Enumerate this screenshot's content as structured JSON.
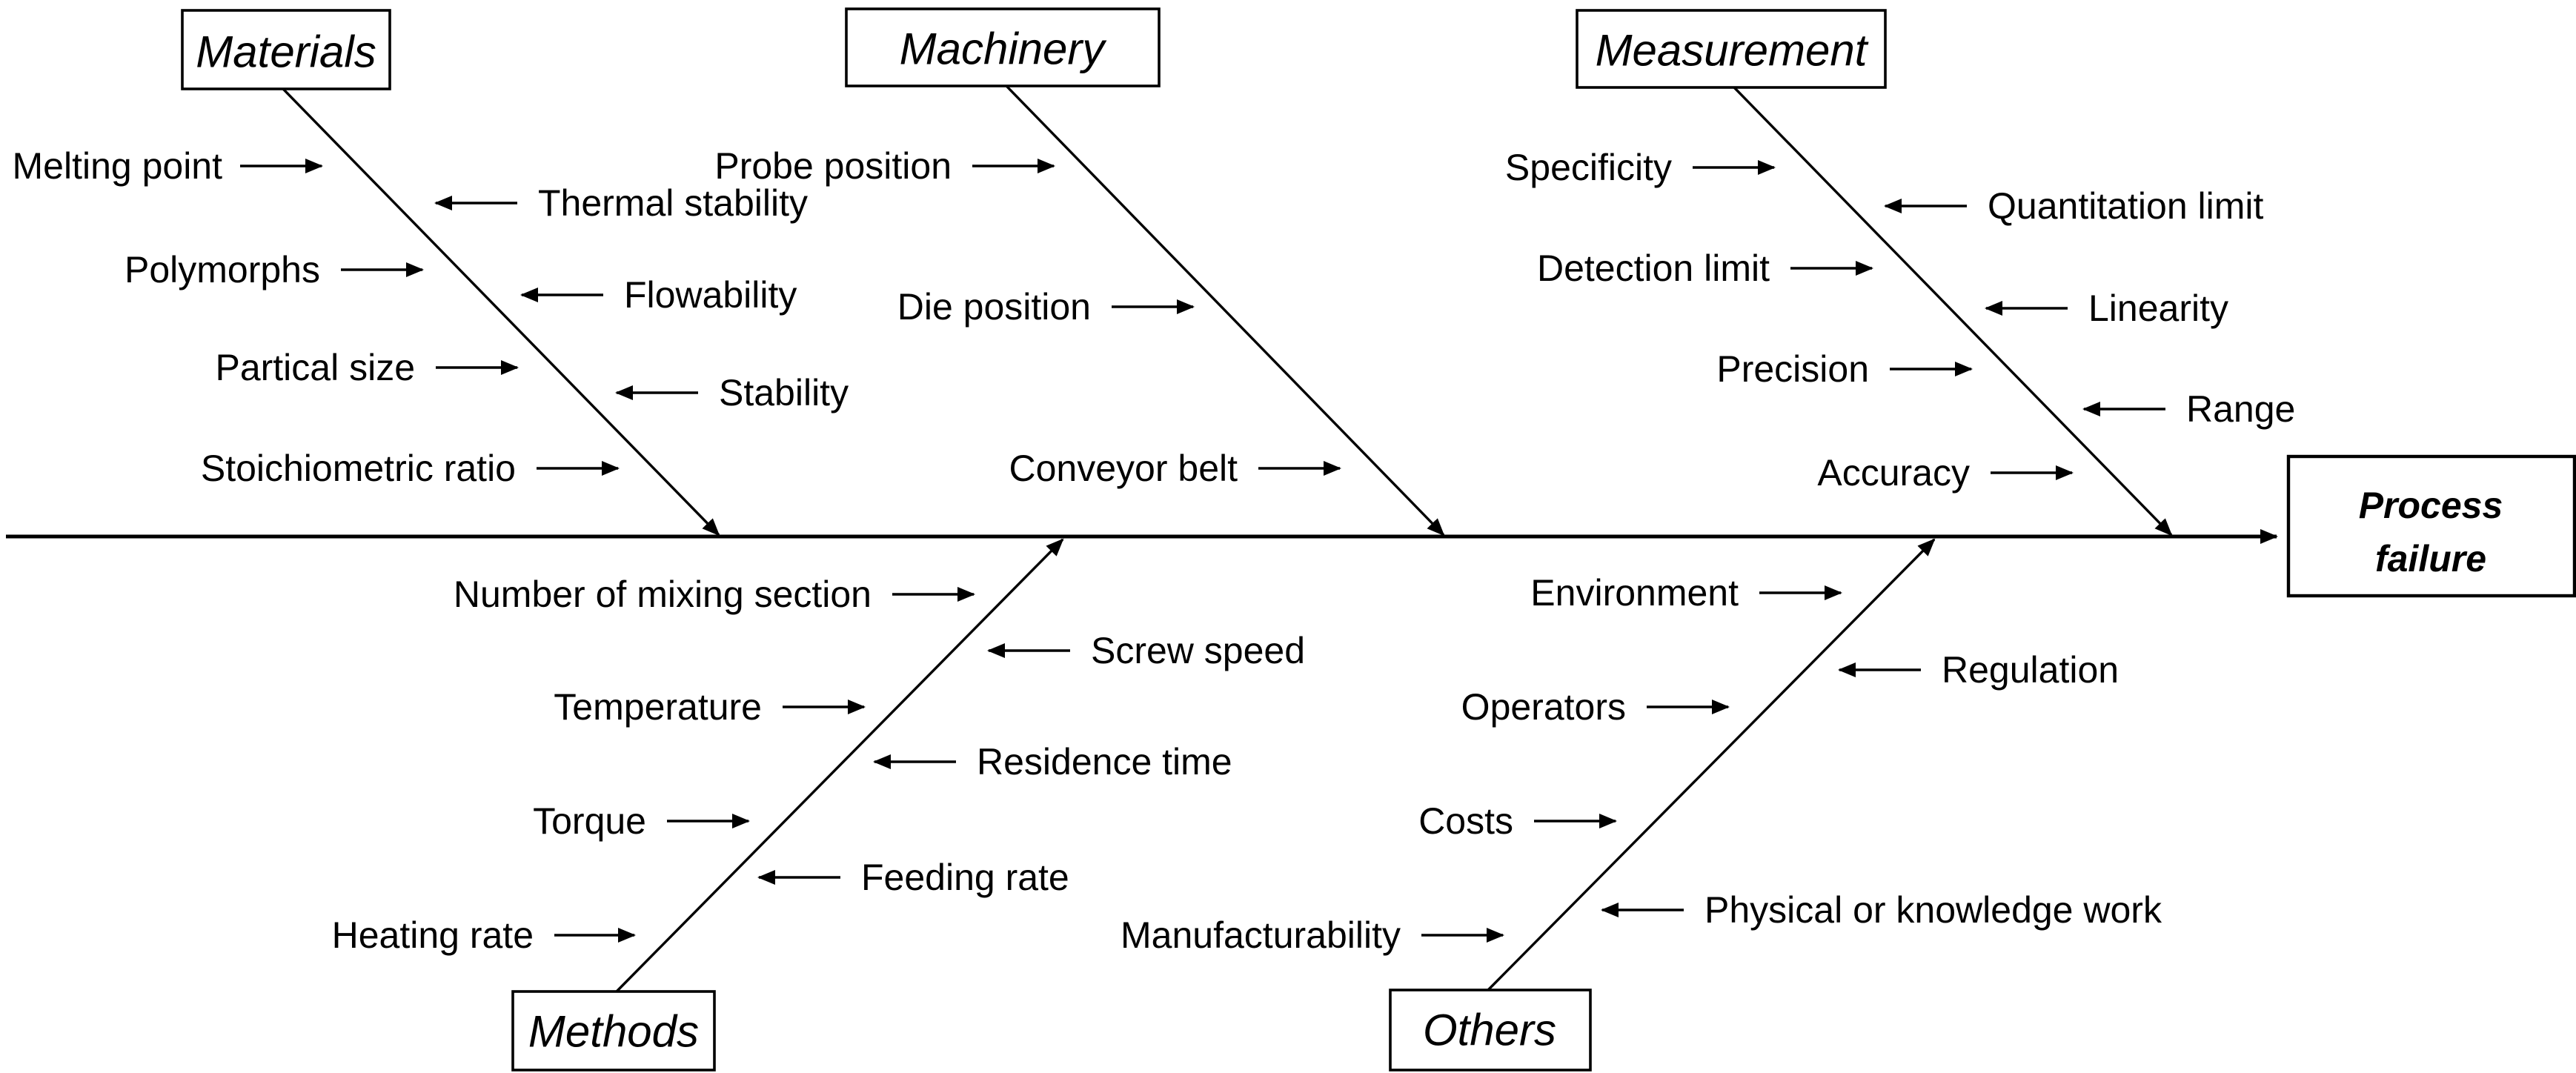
{
  "diagram": {
    "kind": "fishbone-cause-effect",
    "colors": {
      "line": "#000000",
      "text": "#000000",
      "background": "#ffffff"
    },
    "effect": {
      "label": "Process failure",
      "line1": "Process",
      "line2": "failure"
    },
    "branches": {
      "materials": {
        "label": "Materials",
        "position": "top",
        "causes_left": [
          "Melting point",
          "Polymorphs",
          "Partical size",
          "Stoichiometric ratio"
        ],
        "causes_right": [
          "Thermal stability",
          "Flowability",
          "Stability"
        ]
      },
      "machinery": {
        "label": "Machinery",
        "position": "top",
        "causes_left": [
          "Probe position",
          "Die position",
          "Conveyor belt"
        ],
        "causes_right": []
      },
      "measurement": {
        "label": "Measurement",
        "position": "top",
        "causes_left": [
          "Specificity",
          "Detection limit",
          "Precision",
          "Accuracy"
        ],
        "causes_right": [
          "Quantitation limit",
          "Linearity",
          "Range"
        ]
      },
      "methods": {
        "label": "Methods",
        "position": "bottom",
        "causes_left": [
          "Number of mixing section",
          "Temperature",
          "Torque",
          "Heating rate"
        ],
        "causes_right": [
          "Screw speed",
          "Residence time",
          "Feeding rate"
        ]
      },
      "others": {
        "label": "Others",
        "position": "bottom",
        "causes_left": [
          "Environment",
          "Operators",
          "Costs",
          "Manufacturability"
        ],
        "causes_right": [
          "Regulation",
          "Physical or knowledge work"
        ]
      }
    }
  }
}
